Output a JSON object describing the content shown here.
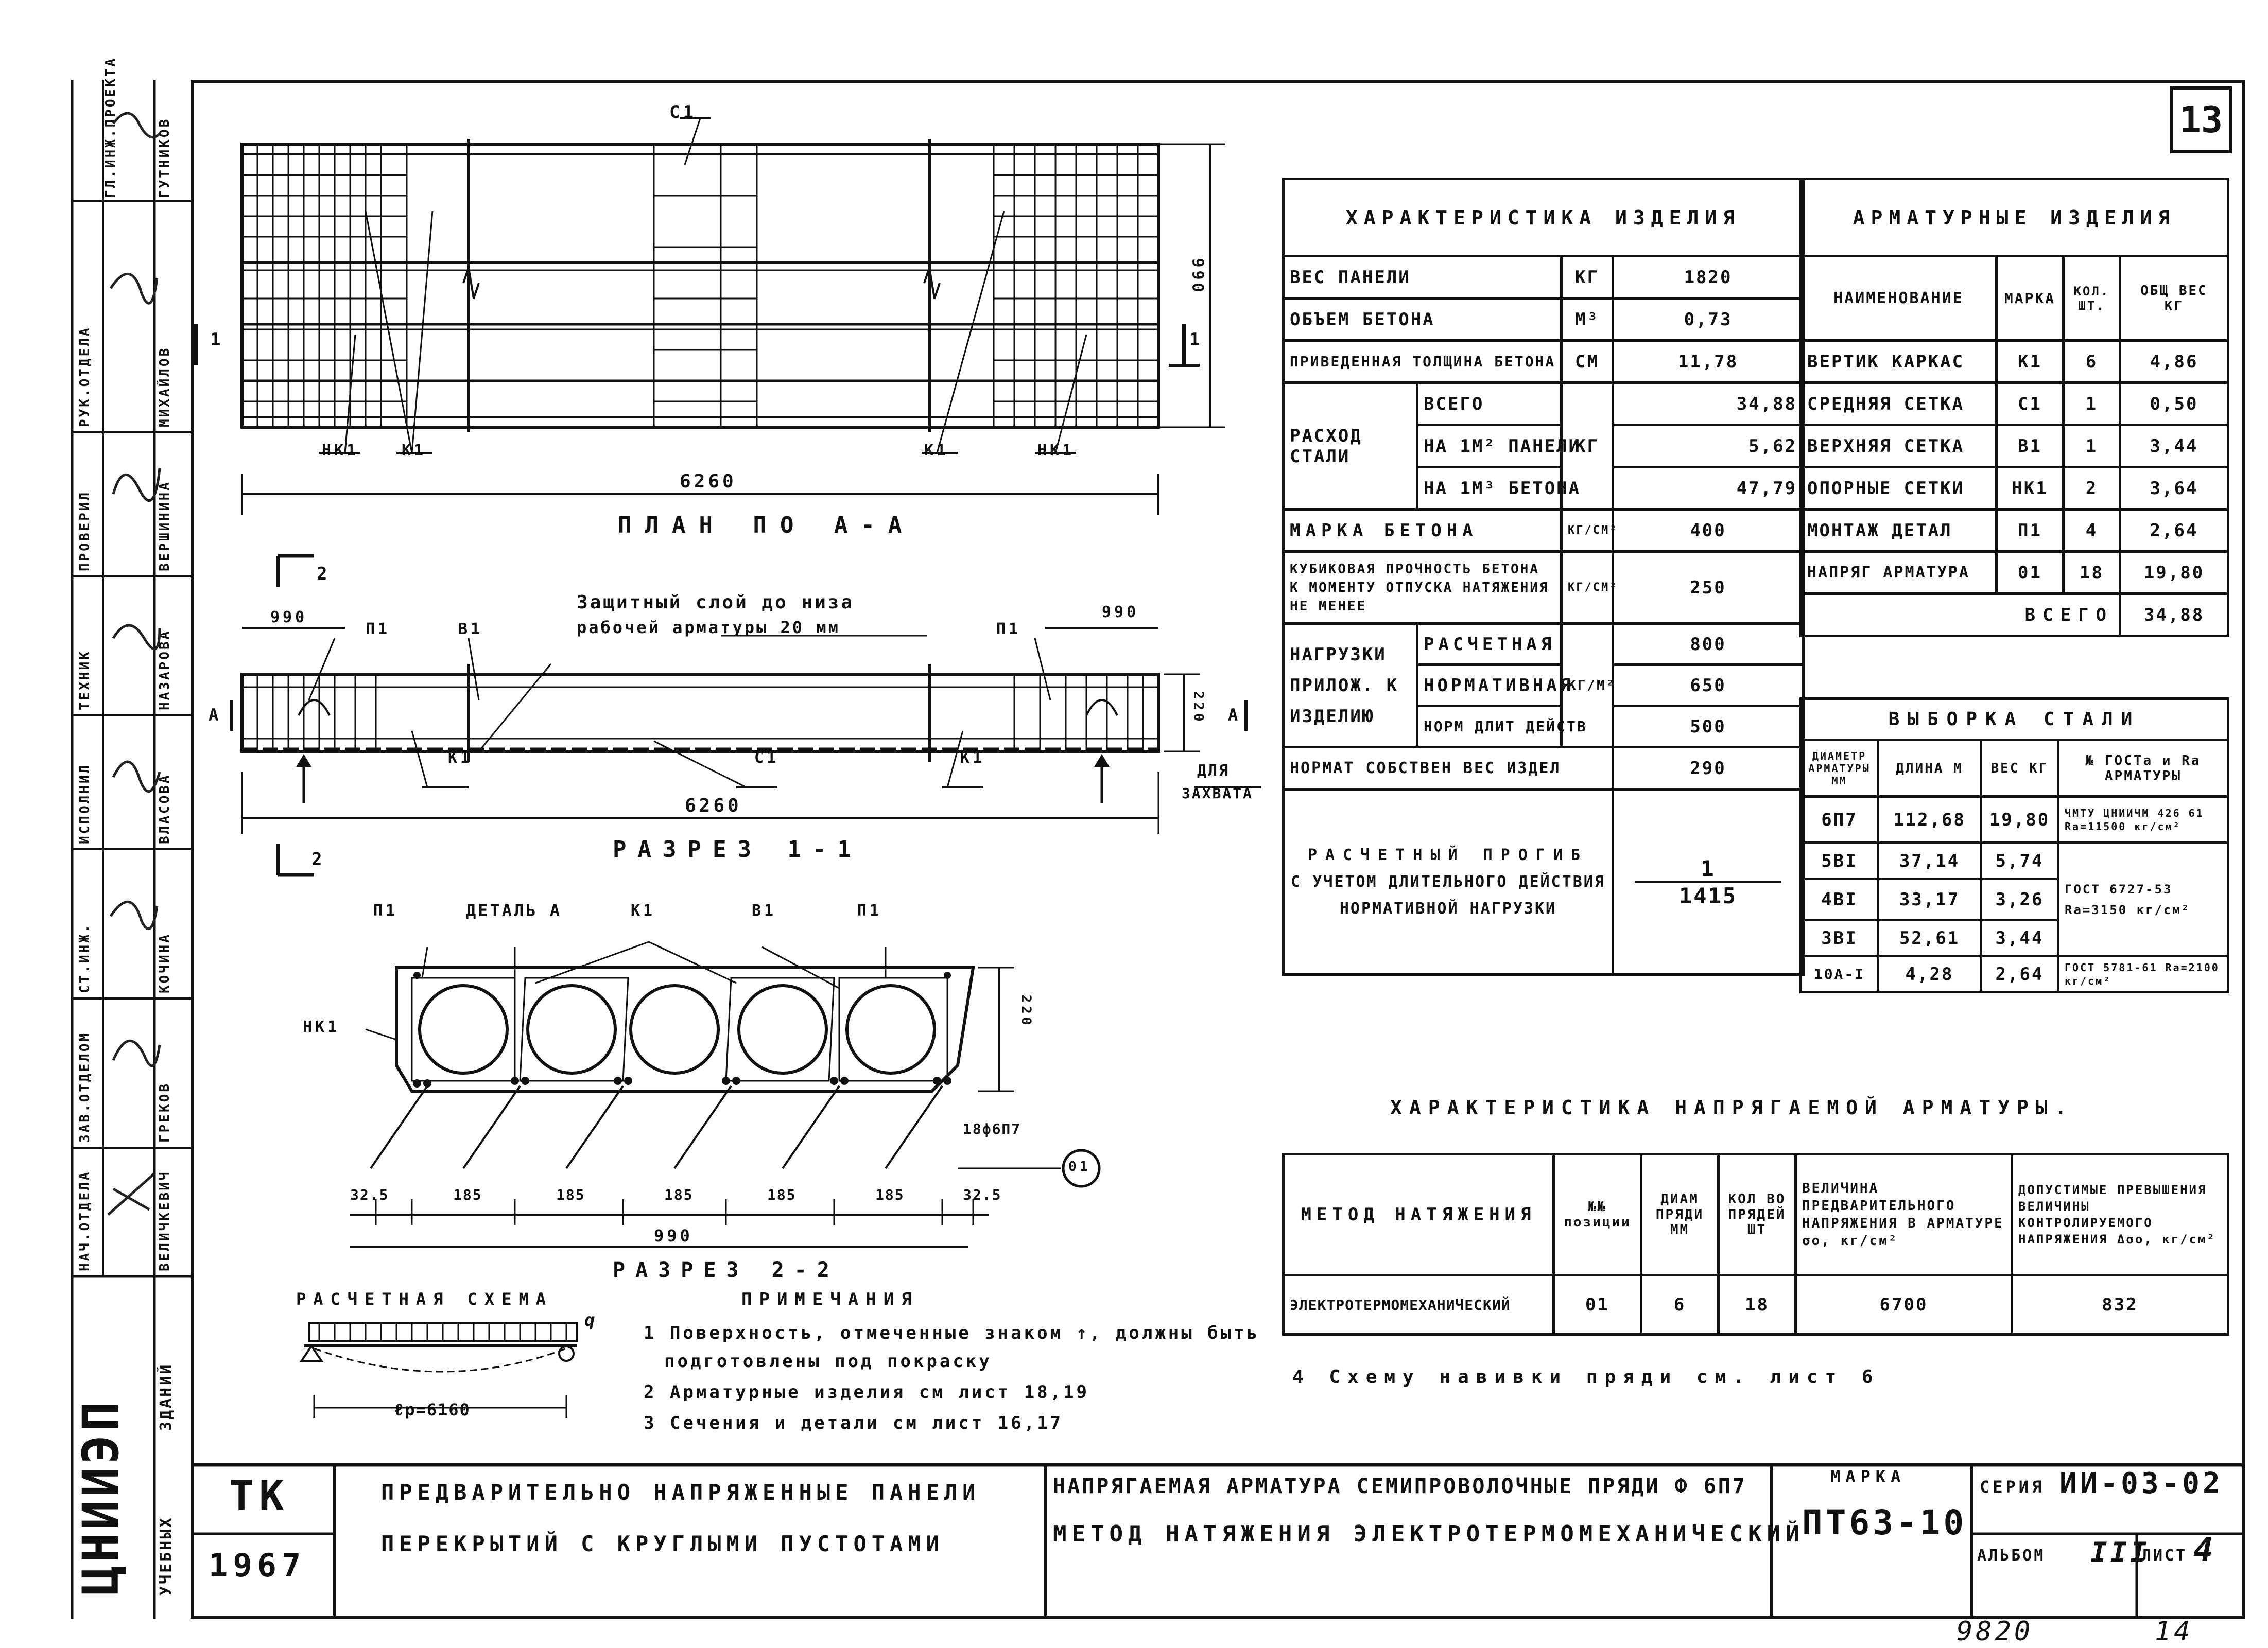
{
  "sheet_number": "13",
  "handwritten_numbers": {
    "archive": "9820",
    "page": "14"
  },
  "left_strip": {
    "institute": "ЦНИИЭП",
    "institute_sub": [
      "УЧЕБНЫХ",
      "ЗДАНИЙ"
    ],
    "roles": [
      {
        "role": "ГЛ.ИНЖ.ПРОЕКТА",
        "name": "ГУТНИКОВ"
      },
      {
        "role": "РУК.ОТДЕЛА",
        "name": "МИХАЙЛОВ"
      },
      {
        "role": "ПРОВЕРИЛ",
        "name": "ВЕРШИНИНА"
      },
      {
        "role": "ТЕХНИК",
        "name": "НАЗАРОВА"
      },
      {
        "role": "ИСПОЛНИЛ",
        "name": "ВЛАСОВА"
      },
      {
        "role": "СТ.ИНЖ.",
        "name": "КОЧИНА"
      },
      {
        "role": "ЗАВ.ОТДЕЛОМ",
        "name": "ГРЕКОВ"
      },
      {
        "role": "НАЧ.ОТДЕЛА",
        "name": "ВЕЛИЧКЕВИЧ"
      }
    ]
  },
  "plan": {
    "title": "ПЛАН ПО А-А",
    "labels": {
      "c1": "С1",
      "nk1_left": "НК1",
      "k1_left": "К1",
      "k1_right": "К1",
      "nk1_right": "НК1",
      "dim_length": "6260",
      "dim_width": "990",
      "section1": "1"
    }
  },
  "section11": {
    "title": "РАЗРЕЗ 1-1",
    "note": [
      "Защитный слой до низа",
      "рабочей арматуры 20 мм"
    ],
    "labels": {
      "dim_left": "990",
      "dim_right": "990",
      "p1_left": "П1",
      "b1": "В1",
      "p1_right": "П1",
      "k1_left": "К1",
      "c1": "С1",
      "k1_right": "К1",
      "dim_length": "6260",
      "dim_height": "220",
      "a": "А",
      "section2": "2",
      "lifting": [
        "ДЛЯ",
        "ЗАХВАТА"
      ]
    }
  },
  "section22": {
    "title": "РАЗРЕЗ 2-2",
    "labels": {
      "p1_left": "П1",
      "detail": "ДЕТАЛЬ А",
      "k1": "К1",
      "b1": "В1",
      "p1_right": "П1",
      "nk1": "НК1",
      "height": "220",
      "strands": "18ф6П7",
      "pos": "01",
      "total": "990"
    },
    "dims": [
      "32.5",
      "185",
      "185",
      "185",
      "185",
      "185",
      "32.5"
    ]
  },
  "scheme": {
    "title": "РАСЧЕТНАЯ СХЕМА",
    "span": "ℓp=6160",
    "load": "q"
  },
  "notes": {
    "title": "ПРИМЕЧАНИЯ",
    "items": [
      "1 Поверхность, отмеченные знаком ↑, должны быть",
      "подготовлены под покраску",
      "2 Арматурные изделия см лист 18,19",
      "3 Сечения и детали см лист 16,17"
    ]
  },
  "characteristics": {
    "header": "ХАРАКТЕРИСТИКА ИЗДЕЛИЯ",
    "rows": [
      {
        "label": "ВЕС ПАНЕЛИ",
        "unit": "КГ",
        "value": "1820"
      },
      {
        "label": "ОБЪЕМ БЕТОНА",
        "unit": "М³",
        "value": "0,73"
      },
      {
        "label": "ПРИВЕДЕННАЯ ТОЛЩИНА БЕТОНА",
        "unit": "СМ",
        "value": "11,78"
      }
    ],
    "steel": {
      "label": [
        "РАСХОД",
        "СТАЛИ"
      ],
      "unit": "КГ",
      "rows": [
        {
          "label": "ВСЕГО",
          "value": "34,88"
        },
        {
          "label": "НА 1М² ПАНЕЛИ",
          "value": "5,62"
        },
        {
          "label": "НА 1М³ БЕТОНА",
          "value": "47,79"
        }
      ]
    },
    "concrete_grade": {
      "label": "МАРКА БЕТОНА",
      "unit": "КГ/СМ²",
      "value": "400"
    },
    "cube_strength": {
      "label": [
        "КУБИКОВАЯ ПРОЧНОСТЬ БЕТОНА",
        "К МОМЕНТУ ОТПУСКА НАТЯЖЕНИЯ",
        "НЕ МЕНЕЕ"
      ],
      "unit": "КГ/СМ²",
      "value": "250"
    },
    "loads": {
      "label": [
        "НАГРУЗКИ",
        "ПРИЛОЖ. К",
        "ИЗДЕЛИЮ"
      ],
      "unit": "КГ/М²",
      "rows": [
        {
          "label": "РАСЧЕТНАЯ",
          "value": "800"
        },
        {
          "label": "НОРМАТИВНАЯ",
          "value": "650"
        },
        {
          "label": "НОРМ ДЛИТ ДЕЙСТВ",
          "value": "500"
        }
      ]
    },
    "self_weight": {
      "label": "НОРМАТ СОБСТВЕН ВЕС ИЗДЕЛ",
      "value": "290"
    },
    "deflection": {
      "label": [
        "РАСЧЕТНЫЙ ПРОГИБ",
        "С УЧЕТОМ ДЛИТЕЛЬНОГО ДЕЙСТВИЯ",
        "НОРМАТИВНОЙ НАГРУЗКИ"
      ],
      "value_num": "1",
      "value_den": "1415"
    }
  },
  "reinforcement": {
    "header": "АРМАТУРНЫЕ ИЗДЕЛИЯ",
    "columns": [
      "НАИМЕНОВАНИЕ",
      "МАРКА",
      "КОЛ. ШТ.",
      "ОБЩ ВЕС КГ"
    ],
    "rows": [
      [
        "ВЕРТИК КАРКАС",
        "К1",
        "6",
        "4,86"
      ],
      [
        "СРЕДНЯЯ СЕТКА",
        "С1",
        "1",
        "0,50"
      ],
      [
        "ВЕРХНЯЯ СЕТКА",
        "В1",
        "1",
        "3,44"
      ],
      [
        "ОПОРНЫЕ СЕТКИ",
        "НК1",
        "2",
        "3,64"
      ],
      [
        "МОНТАЖ ДЕТАЛ",
        "П1",
        "4",
        "2,64"
      ],
      [
        "НАПРЯГ АРМАТУРА",
        "01",
        "18",
        "19,80"
      ]
    ],
    "total_label": "ВСЕГО",
    "total": "34,88"
  },
  "steel_sample": {
    "header": "ВЫБОРКА СТАЛИ",
    "columns": [
      "ДИАМЕТР АРМАТУРЫ ММ",
      "ДЛИНА М",
      "ВЕС КГ",
      "№ ГОСТа и Rа АРМАТУРЫ"
    ],
    "rows": [
      [
        "6П7",
        "112,68",
        "19,80"
      ],
      [
        "5ВI",
        "37,14",
        "5,74"
      ],
      [
        "4ВI",
        "33,17",
        "3,26"
      ],
      [
        "3ВI",
        "52,61",
        "3,44"
      ],
      [
        "10А-I",
        "4,28",
        "2,64"
      ]
    ],
    "gost": [
      "ЧМТУ ЦНИИЧМ 426 61 Ra=11500 кг/см²",
      "ГОСТ 6727-53 Ra=3150 кг/см²",
      "ГОСТ 5781-61 Ra=2100 кг/см²"
    ]
  },
  "tension": {
    "header": "ХАРАКТЕРИСТИКА НАПРЯГАЕМОЙ АРМАТУРЫ.",
    "columns": [
      "МЕТОД НАТЯЖЕНИЯ",
      "№№ позиции",
      "ДИАМ ПРЯДИ ММ",
      "КОЛ ВО ПРЯДЕЙ ШТ",
      "ВЕЛИЧИНА ПРЕДВАРИТЕЛЬНОГО НАПРЯЖЕНИЯ В АРМАТУРЕ σo, кг/см²",
      "ДОПУСТИМЫЕ ПРЕВЫШЕНИЯ ВЕЛИЧИНЫ КОНТРОЛИРУЕМОГО НАПРЯЖЕНИЯ Δσo, кг/см²"
    ],
    "row": [
      "ЭЛЕКТРОТЕРМОМЕХАНИЧЕСКИЙ",
      "01",
      "6",
      "18",
      "6700",
      "832"
    ],
    "note": "4 Схему навивки пряди см. лист 6"
  },
  "title_block": {
    "org": "ТК",
    "year": "1967",
    "name_lines": [
      "ПРЕДВАРИТЕЛЬНО НАПРЯЖЕННЫЕ ПАНЕЛИ",
      "ПЕРЕКРЫТИЙ С КРУГЛЫМИ ПУСТОТАМИ"
    ],
    "desc_lines": [
      "НАПРЯГАЕМАЯ АРМАТУРА СЕМИПРОВОЛОЧНЫЕ ПРЯДИ Ф 6П7",
      "МЕТОД НАТЯЖЕНИЯ ЭЛЕКТРОТЕРМОМЕХАНИЧЕСКИЙ"
    ],
    "mark_label": "МАРКА",
    "mark": "ПТ63-10",
    "series_label": "СЕРИЯ",
    "series": "ИИ-03-02",
    "album_label": "АЛЬБОМ",
    "album": "III",
    "sheet_label": "ЛИСТ",
    "sheet": "4"
  }
}
